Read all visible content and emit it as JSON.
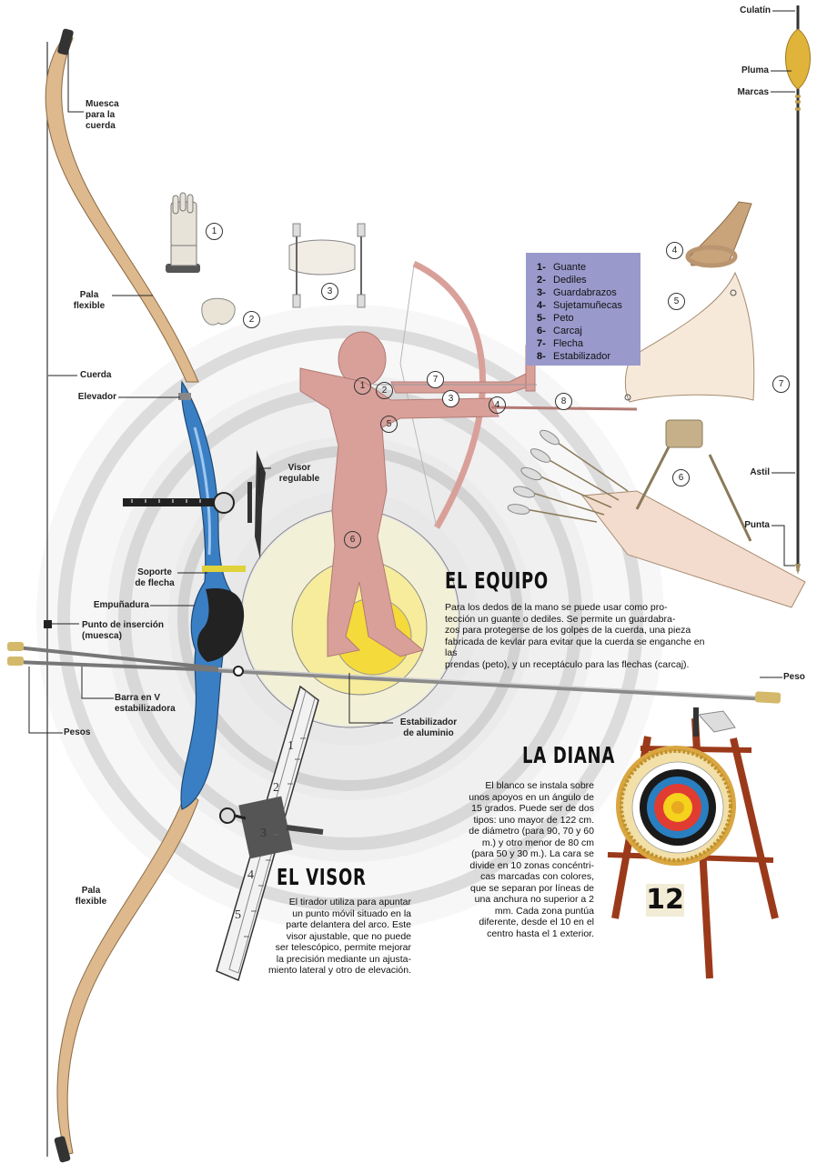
{
  "labels": {
    "culatin": "Culatín",
    "pluma": "Pluma",
    "marcas": "Marcas",
    "astil": "Astil",
    "punta": "Punta",
    "muesca_cuerda": "Muesca\npara la\ncuerda",
    "pala_flexible_top": "Pala\nflexible",
    "cuerda": "Cuerda",
    "elevador": "Elevador",
    "visor_regulable": "Visor\nregulable",
    "soporte_flecha": "Soporte\nde flecha",
    "empunadura": "Empuñadura",
    "punto_insercion": "Punto de inserción\n(muesca)",
    "barra_v": "Barra en V\nestabilizadora",
    "pesos": "Pesos",
    "peso": "Peso",
    "estabilizador": "Estabilizador\nde aluminio",
    "pala_flexible_bottom": "Pala\nflexible"
  },
  "legend": [
    {
      "num": "1-",
      "text": "Guante"
    },
    {
      "num": "2-",
      "text": "Dediles"
    },
    {
      "num": "3-",
      "text": "Guardabrazos"
    },
    {
      "num": "4-",
      "text": "Sujetamuñecas"
    },
    {
      "num": "5-",
      "text": "Peto"
    },
    {
      "num": "6-",
      "text": "Carcaj"
    },
    {
      "num": "7-",
      "text": "Flecha"
    },
    {
      "num": "8-",
      "text": "Estabilizador"
    }
  ],
  "markers": [
    "1",
    "2",
    "3",
    "4",
    "5",
    "6",
    "7",
    "8"
  ],
  "equipo": {
    "title": "EL EQUIPO",
    "lines": [
      "Para los dedos de la mano se puede usar como pro-",
      "tección un guante o dediles. Se permite un guardabra-",
      "zos para protegerse de los golpes de la cuerda, una pieza",
      "fabricada de kevlar para evitar que la cuerda se enganche en las",
      "prendas (peto), y un receptáculo para las flechas (carcaj)."
    ]
  },
  "diana": {
    "title": "LA DIANA",
    "lines": [
      "El blanco se instala sobre",
      "unos apoyos en un ángulo de",
      "15 grados. Puede ser de dos",
      "tipos: uno mayor de 122 cm.",
      "de diámetro (para 90, 70 y 60",
      "m.) y otro menor de 80 cm",
      "(para 50 y 30 m.). La cara se",
      "divide en 10 zonas concéntri-",
      "cas marcadas con colores,",
      "que se separan por líneas de",
      "una anchura no superior a 2",
      "mm. Cada zona puntúa",
      "diferente, desde el 10 en el",
      "centro hasta el 1 exterior."
    ],
    "number": "12"
  },
  "visor": {
    "title": "EL VISOR",
    "lines": [
      "El tirador utiliza para apuntar",
      "un punto móvil situado en la",
      "parte delantera del arco. Este",
      "visor ajustable, que no puede",
      "ser telescópico, permite mejorar",
      "la precisión mediante un ajusta-",
      "miento lateral y otro de elevación."
    ],
    "scale": [
      "1",
      "2",
      "3",
      "4",
      "5"
    ]
  },
  "colors": {
    "legend_bg": "#9999cc",
    "figure": "#d9a09a",
    "riser": "#3a7fc4",
    "limb": "#ddb98d",
    "target_gold": "#f5d21b",
    "target_red": "#e03c31",
    "target_blue": "#2a7fc0",
    "target_black": "#1a1a1a"
  }
}
